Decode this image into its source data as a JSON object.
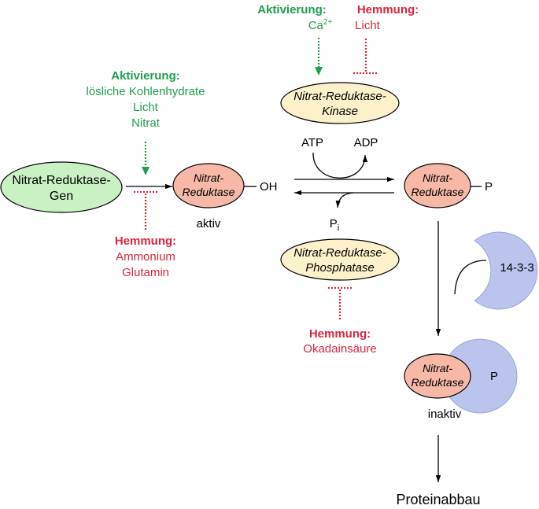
{
  "colors": {
    "activation": "#1e9d4b",
    "inhibition": "#d9273d",
    "gene_fill": "#c9f1c3",
    "enzyme_fill": "#f7b8a7",
    "regulator_fill": "#fdf1cb",
    "protein_14_3_3_fill": "#bac4ed"
  },
  "kinase_activation": {
    "heading": "Aktivierung:",
    "ion": "Ca",
    "charge": "2+"
  },
  "kinase_inhibition": {
    "heading": "Hemmung:",
    "items": [
      "Licht"
    ]
  },
  "kinase": {
    "lines": [
      "Nitrat-Reduktase-",
      "Kinase"
    ]
  },
  "gene_activation": {
    "heading": "Aktivierung:",
    "items": [
      "lösliche Kohlenhydrate",
      "Licht",
      "Nitrat"
    ]
  },
  "gene": {
    "lines": [
      "Nitrat-Reduktase-",
      "Gen"
    ]
  },
  "gene_inhibition": {
    "heading": "Hemmung:",
    "items": [
      "Ammonium",
      "Glutamin"
    ]
  },
  "enzyme_active": {
    "lines": [
      "Nitrat-",
      "Reduktase"
    ],
    "group": "OH",
    "state": "aktiv"
  },
  "phosphorylation": {
    "atp": "ATP",
    "adp": "ADP",
    "phosphate": "P",
    "phosphate_subscript": "i"
  },
  "enzyme_phosphorylated": {
    "lines": [
      "Nitrat-",
      "Reduktase"
    ],
    "group": "P"
  },
  "phosphatase": {
    "lines": [
      "Nitrat-Reduktase-",
      "Phosphatase"
    ]
  },
  "phosphatase_inhibition": {
    "heading": "Hemmung:",
    "items": [
      "Okadainsäure"
    ]
  },
  "protein_14_3_3": {
    "label": "14-3-3"
  },
  "complex_inactive": {
    "lines": [
      "Nitrat-",
      "Reduktase"
    ],
    "group": "P",
    "state": "inaktiv"
  },
  "degradation": {
    "label": "Proteinabbau"
  }
}
